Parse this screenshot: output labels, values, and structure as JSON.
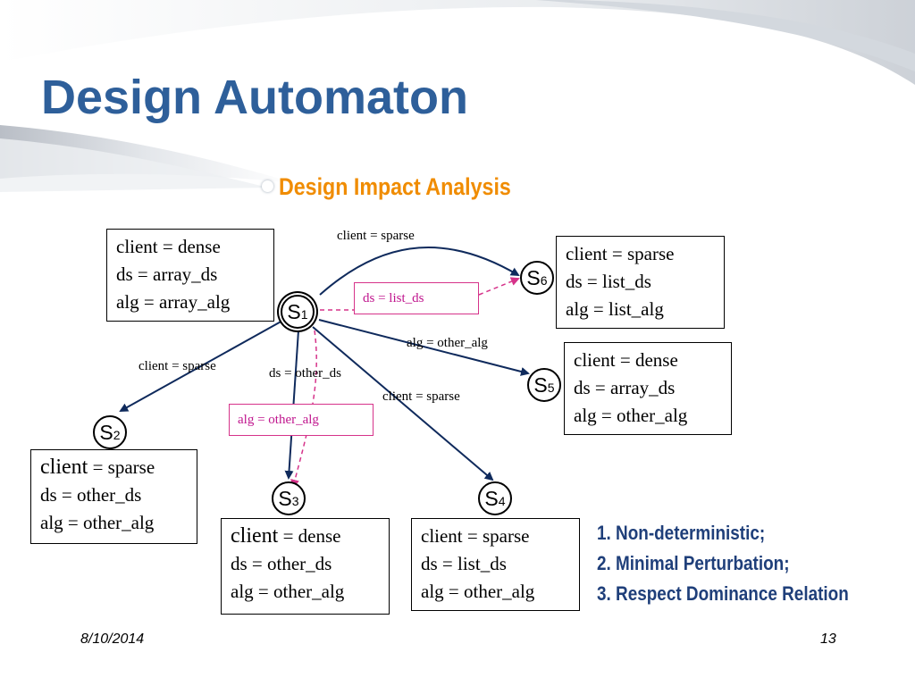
{
  "slide": {
    "title": "Design Automaton",
    "subtitle": "Design Impact Analysis",
    "footer_date": "8/10/2014",
    "page_number": "13"
  },
  "states": {
    "s1": {
      "letter": "S",
      "num": "1"
    },
    "s2": {
      "letter": "S",
      "num": "2"
    },
    "s3": {
      "letter": "S",
      "num": "3"
    },
    "s4": {
      "letter": "S",
      "num": "4"
    },
    "s5": {
      "letter": "S",
      "num": "5"
    },
    "s6": {
      "letter": "S",
      "num": "6"
    }
  },
  "boxes": {
    "s1": {
      "client": "client = dense",
      "ds": "ds = array_ds",
      "alg": "alg = array_alg"
    },
    "s2": {
      "client_word": "client",
      "client_value": " = sparse",
      "ds": "ds = other_ds",
      "alg": "alg = other_alg"
    },
    "s3": {
      "client_word": "client",
      "client_value": " = dense",
      "ds": "ds = other_ds",
      "alg": "alg = other_alg"
    },
    "s4": {
      "client": "client = sparse",
      "ds": "ds = list_ds",
      "alg": "alg = other_alg"
    },
    "s5": {
      "client": "client = dense",
      "ds": "ds = array_ds",
      "alg": "alg = other_alg"
    },
    "s6": {
      "client": "client = sparse",
      "ds": "ds = list_ds",
      "alg": "alg = list_alg"
    }
  },
  "edge_labels": {
    "to_s6": "client = sparse",
    "to_s5": "alg = other_alg",
    "to_s2": "client = sparse",
    "to_s3": "ds = other_ds",
    "to_s4": "client = sparse"
  },
  "dashed_labels": {
    "to_s6": "ds = list_ds",
    "to_s3": "alg = other_alg"
  },
  "points": [
    "1. Non-deterministic;",
    "2. Minimal Perturbation;",
    "3. Respect Dominance Relation"
  ],
  "colors": {
    "title": "#2e5f9a",
    "subtitle": "#f08c00",
    "edge": "#0f2a5c",
    "dashed_edge": "#d6338a",
    "points": "#1f3f7a"
  }
}
